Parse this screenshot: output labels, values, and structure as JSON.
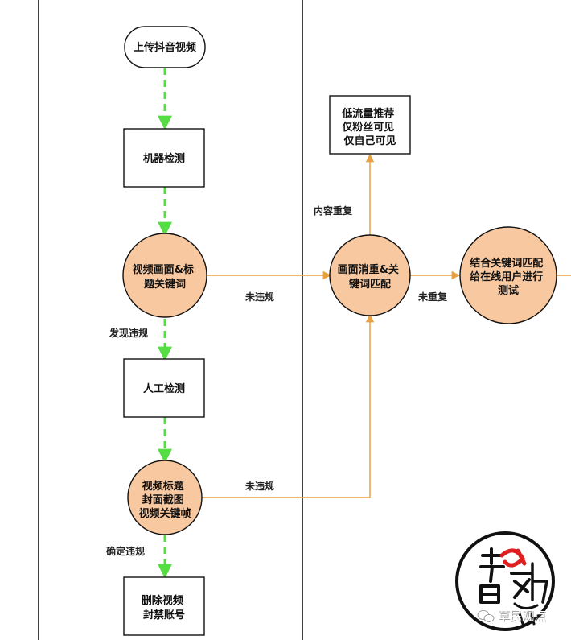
{
  "diagram": {
    "nodes": {
      "upload": [
        "上传抖音视频"
      ],
      "machine_check": [
        "机器检测"
      ],
      "visual_keywords": [
        "视频画面&标",
        "题关键词"
      ],
      "manual_check": [
        "人工检测"
      ],
      "cover_frames": [
        "视频标题",
        "封面截图",
        "视频关键帧"
      ],
      "ban": [
        "删除视频",
        "封禁账号"
      ],
      "low_traffic": [
        "低流量推荐",
        "仅粉丝可见",
        "仅自己可见"
      ],
      "dedupe": [
        "画面消重&关",
        "键词匹配"
      ],
      "online_test": [
        "结合关键词匹配",
        "给在线用户进行",
        "测试"
      ]
    },
    "edge_labels": {
      "not_violating_1": "未违规",
      "found_violation": "发现违规",
      "not_violating_2": "未违规",
      "confirmed_violation": "确定违规",
      "content_repeat": "内容重复",
      "not_repeat": "未重复"
    }
  },
  "colors": {
    "green_arrow": "#55dd44",
    "orange_arrow": "#e8a040",
    "circle_fill": "#f8c8a0",
    "box_fill": "#ffffff",
    "stroke": "#111111"
  },
  "watermark": {
    "label": "草民观点"
  }
}
